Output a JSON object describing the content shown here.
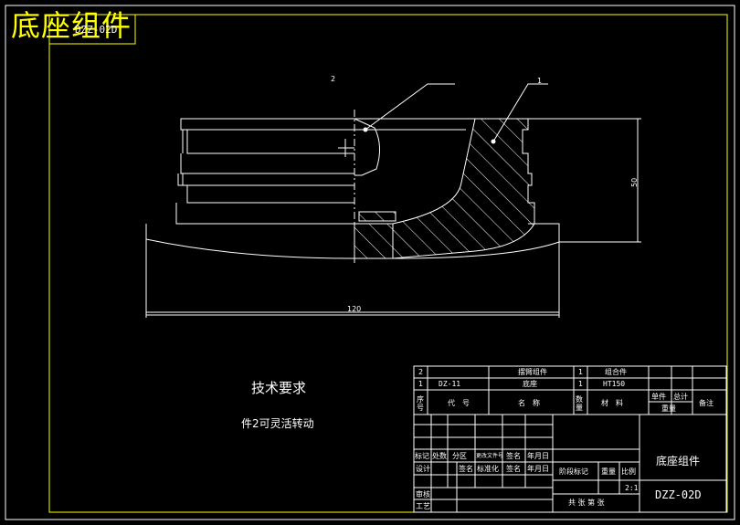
{
  "header": {
    "title": "底座组件",
    "drawing_code": "DZZ-02D"
  },
  "callouts": {
    "part1": "1",
    "part2": "2"
  },
  "dimensions": {
    "height": "50",
    "width": "120"
  },
  "tech": {
    "title": "技术要求",
    "note": "件2可灵活转动"
  },
  "bom": {
    "rows": [
      {
        "no": "2",
        "code": "",
        "name": "摆臂组件",
        "qty": "1",
        "material": "组合件"
      },
      {
        "no": "1",
        "code": "DZ-11",
        "name": "底座",
        "qty": "1",
        "material": "HT150"
      }
    ],
    "header": {
      "no": "序号",
      "code": "代　号",
      "name": "名　称",
      "qty": "数量",
      "material": "材　料",
      "unit_weight": "单件",
      "total_weight": "总计",
      "weight": "重量",
      "remark": "备注"
    }
  },
  "titleblock": {
    "labels": {
      "mark": "标记",
      "count": "处数",
      "zone": "分区",
      "change_doc": "更改文件号",
      "sign": "签名",
      "date": "年月日",
      "design": "设计",
      "std": "标准化",
      "review": "审核",
      "process": "工艺",
      "stage": "阶段标记",
      "weight": "重量",
      "scale": "比例",
      "total_sheets": "共 张 第 张"
    },
    "scale_value": "2:1",
    "part_name": "底座组件",
    "part_code": "DZZ-02D"
  }
}
